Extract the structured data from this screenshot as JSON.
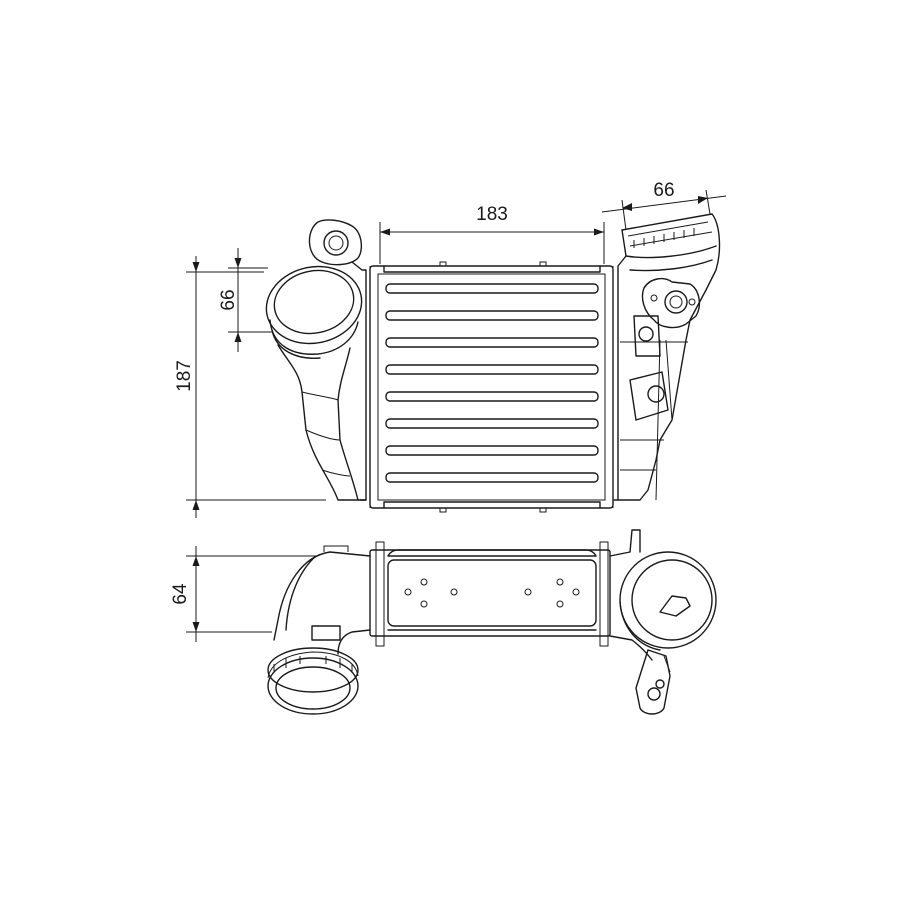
{
  "dimensions": {
    "width_top": "183",
    "outlet_width": "66",
    "inlet_diameter": "66",
    "height": "187",
    "depth": "64"
  },
  "colors": {
    "line": "#1a1a1a",
    "background": "#ffffff"
  }
}
